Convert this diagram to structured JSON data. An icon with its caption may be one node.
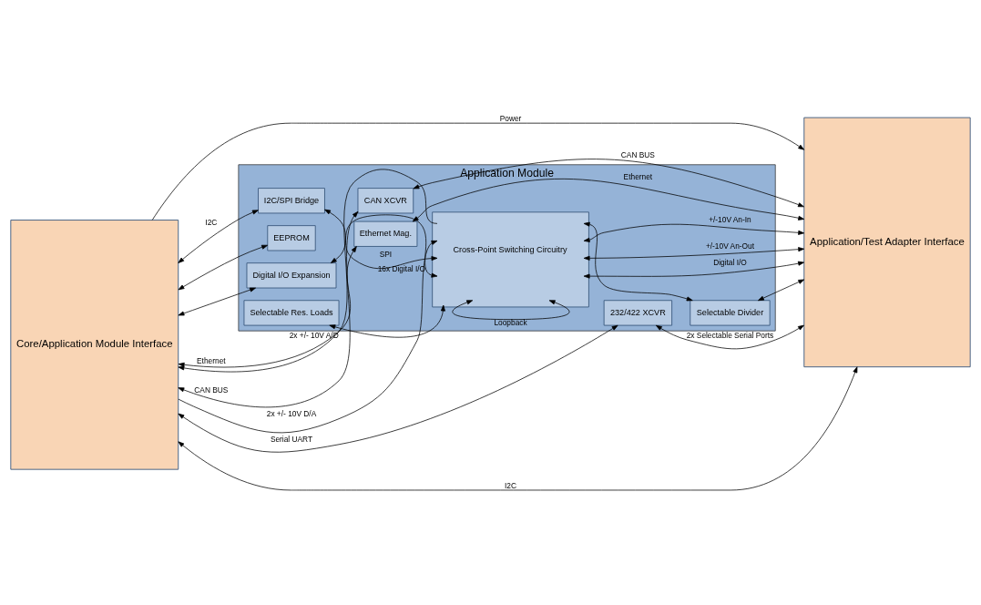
{
  "diagram": {
    "nodes": [
      {
        "text": [
          "Application Module"
        ]
      },
      {
        "text": [
          "Core/Application Module Interface"
        ]
      },
      {
        "text": [
          "Application/Test Adapter Interface"
        ]
      },
      {
        "text": [
          "Cross-Point Switching Circuitry"
        ],
        "in": 0
      },
      {
        "text": [
          "Selectable Divider"
        ],
        "in": 0
      },
      {
        "text": [
          "I2C/SPI Bridge"
        ],
        "in": 0
      },
      {
        "text": [
          "EEPROM"
        ],
        "in": 0
      },
      {
        "text": [
          "Digital I/O Expansion"
        ],
        "in": 0
      },
      {
        "text": [
          "Selectable Res. Loads"
        ],
        "in": 0
      },
      {
        "text": [
          "Ethernet Mag."
        ],
        "in": 0
      },
      {
        "text": [
          "232/422 XCVR"
        ],
        "in": 0
      },
      {
        "text": [
          "CAN XCVR"
        ],
        "in": 0
      }
    ],
    "edges": [
      {
        "from": 3,
        "to": 1,
        "arrow": "to",
        "label": "2x +/- 10V A/D"
      },
      {
        "from": 1,
        "to": 3,
        "arrow": "to",
        "label": "2x +/- 10V D/A"
      },
      {
        "from": 1,
        "to": 5,
        "arrow": "both",
        "label": "I2C"
      },
      {
        "from": 1,
        "to": 6,
        "arrow": "both"
      },
      {
        "from": 1,
        "to": 7,
        "arrow": "both"
      },
      {
        "from": 5,
        "to": 3,
        "arrow": "both",
        "label": "SPI"
      },
      {
        "from": 3,
        "to": 7,
        "arrow": "both",
        "label": "16x Digital I/O"
      },
      {
        "from": 3,
        "to": 4,
        "arrow": "both"
      },
      {
        "from": 4,
        "to": 2,
        "arrow": "both"
      },
      {
        "from": 3,
        "to": 2,
        "arrow": "both",
        "label": "+/-10V An-In"
      },
      {
        "from": 3,
        "to": 2,
        "arrow": "both",
        "label": "+/-10V An-Out"
      },
      {
        "from": 3,
        "to": 2,
        "arrow": "both",
        "label": "Digital I/O"
      },
      {
        "from": 8,
        "to": 3,
        "arrow": "both"
      },
      {
        "from": 3,
        "to": 3,
        "arrow": "both",
        "label": "Loopback"
      },
      {
        "from": 1,
        "to": 2,
        "arrow": "both",
        "label": "I2C"
      },
      {
        "from": 1,
        "to": 9,
        "arrow": "both",
        "label": "Ethernet"
      },
      {
        "from": 9,
        "to": 2,
        "arrow": "both",
        "label": "Ethernet"
      },
      {
        "from": 1,
        "to": 10,
        "arrow": "both",
        "label": "Serial UART"
      },
      {
        "from": 10,
        "to": 2,
        "arrow": "both",
        "label": "2x Selectable Serial Ports"
      },
      {
        "from": 1,
        "to": 11,
        "arrow": "both",
        "label": "CAN BUS"
      },
      {
        "from": 11,
        "to": 2,
        "arrow": "both",
        "label": "CAN BUS"
      },
      {
        "from": 1,
        "to": 2,
        "arrow": "to",
        "label": "Power"
      }
    ]
  }
}
